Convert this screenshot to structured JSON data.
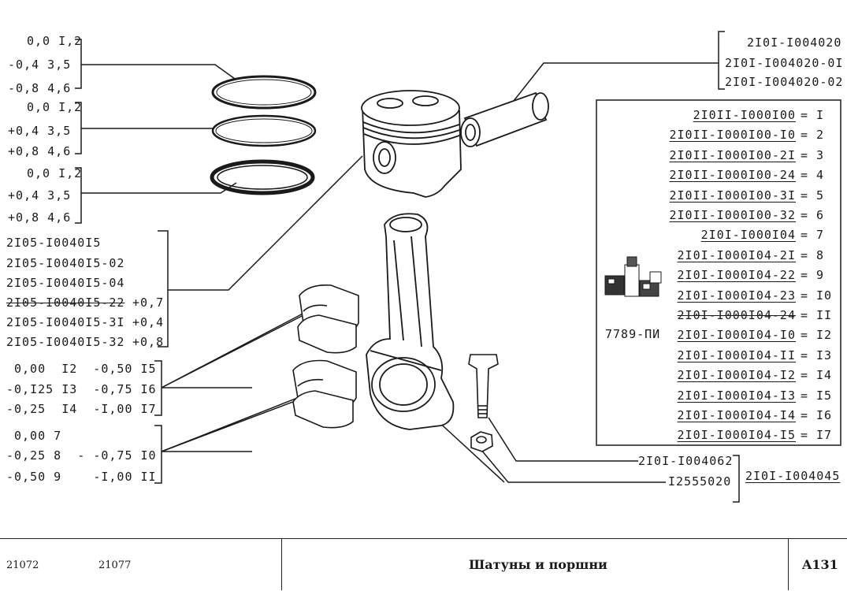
{
  "ring_groups": [
    {
      "lines": [
        "0,0 I,2",
        "-0,4 3,5",
        "-0,8 4,6"
      ]
    },
    {
      "lines": [
        "0,0 I,2",
        "+0,4 3,5",
        "+0,8 4,6"
      ]
    },
    {
      "lines": [
        "0,0 I,2",
        "+0,4 3,5",
        "+0,8 4,6"
      ]
    }
  ],
  "piston_parts": [
    {
      "code": "2I05-I0040I5",
      "size": ""
    },
    {
      "code": "2I05-I0040I5-02",
      "size": ""
    },
    {
      "code": "2I05-I0040I5-04",
      "size": ""
    },
    {
      "code": "2I05-I0040I5-22",
      "size": "+0,7"
    },
    {
      "code": "2I05-I0040I5-3I",
      "size": "+0,4"
    },
    {
      "code": "2I05-I0040I5-32",
      "size": "+0,8"
    }
  ],
  "bearing_group_1": [
    "0,00  I2  -0,50 I5",
    "-0,I25 I3  -0,75 I6",
    "-0,25  I4  -I,00 I7"
  ],
  "bearing_group_2": [
    "0,00 7",
    "-0,25 8  - -0,75 I0",
    "-0,50 9    -I,00 II"
  ],
  "pin_parts": [
    "2I0I-I004020",
    "2I0I-I004020-0I",
    "2I0I-I004020-02"
  ],
  "rod_set": {
    "kit_code": "7789-ПИ",
    "items": [
      {
        "code": "2I0II-I000I00",
        "num": "I"
      },
      {
        "code": "2I0II-I000I00-I0",
        "num": "2"
      },
      {
        "code": "2I0II-I000I00-2I",
        "num": "3"
      },
      {
        "code": "2I0II-I000I00-24",
        "num": "4"
      },
      {
        "code": "2I0II-I000I00-3I",
        "num": "5"
      },
      {
        "code": "2I0II-I000I00-32",
        "num": "6"
      },
      {
        "code": "2I0I-I000I04",
        "num": "7"
      },
      {
        "code": "2I0I-I000I04-2I",
        "num": "8"
      },
      {
        "code": "2I0I-I000I04-22",
        "num": "9"
      },
      {
        "code": "2I0I-I000I04-23",
        "num": "I0"
      },
      {
        "code": "2I0I-I000I04-24",
        "num": "II"
      },
      {
        "code": "2I0I-I000I04-I0",
        "num": "I2"
      },
      {
        "code": "2I0I-I000I04-II",
        "num": "I3"
      },
      {
        "code": "2I0I-I000I04-I2",
        "num": "I4"
      },
      {
        "code": "2I0I-I000I04-I3",
        "num": "I5"
      },
      {
        "code": "2I0I-I000I04-I4",
        "num": "I6"
      },
      {
        "code": "2I0I-I000I04-I5",
        "num": "I7"
      }
    ]
  },
  "bolt_code": "2I0I-I004062",
  "nut_code": "I2555020",
  "rod_assembly_code": "2I0I-I004045",
  "footer": {
    "models": [
      "21072",
      "21077"
    ],
    "title": "Шатуны и поршни",
    "page": "A131"
  }
}
